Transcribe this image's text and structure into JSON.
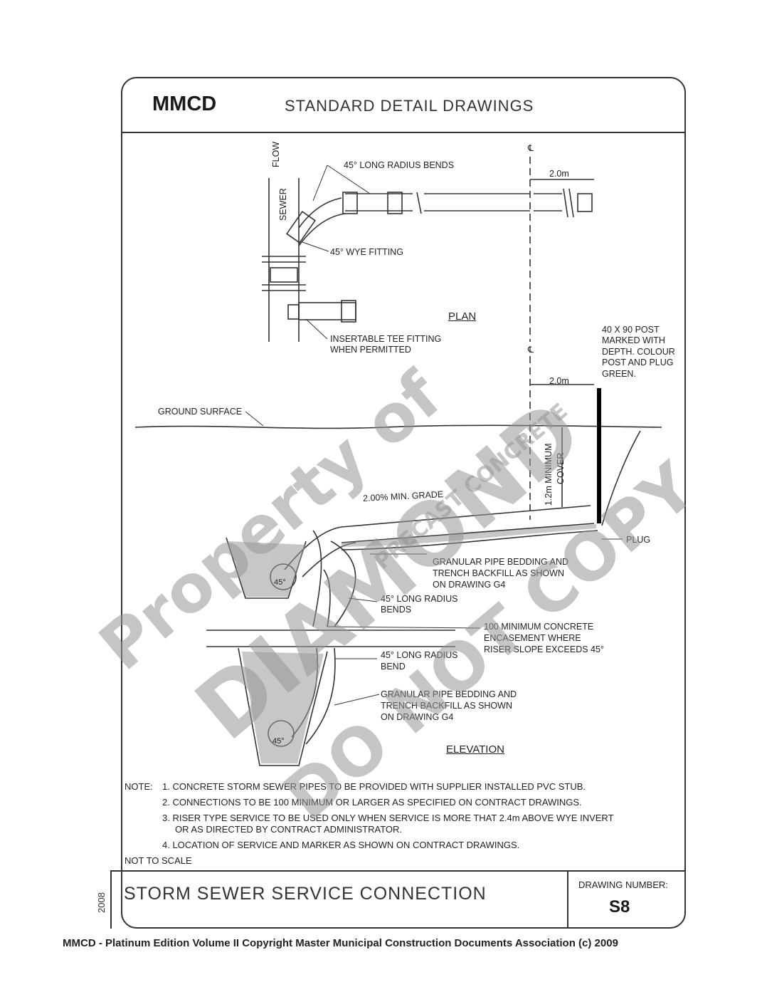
{
  "header": {
    "brand": "MMCD",
    "title": "STANDARD DETAIL DRAWINGS"
  },
  "plan": {
    "flow": "FLOW",
    "sewer": "SEWER",
    "pl": "℄",
    "long_radius_bends": "45° LONG RADIUS BENDS",
    "dim": "2.0m",
    "wye": "45° WYE FITTING",
    "tee_1": "INSERTABLE TEE FITTING",
    "tee_2": "WHEN PERMITTED",
    "heading": "PLAN"
  },
  "elevation": {
    "pl": "℄",
    "post_1": "40 X 90 POST",
    "post_2": "MARKED WITH",
    "post_3": "DEPTH. COLOUR",
    "post_4": "POST AND PLUG",
    "post_5": "GREEN.",
    "dim": "2.0m",
    "ground": "GROUND SURFACE",
    "cover_1": "1.2m MINIMUM",
    "cover_2": "COVER",
    "grade": "2.00% MIN. GRADE",
    "plug": "PLUG",
    "bedding1_1": "GRANULAR PIPE BEDDING AND",
    "bedding1_2": "TRENCH BACKFILL AS SHOWN",
    "bedding1_3": "ON DRAWING G4",
    "bends_1": "45° LONG RADIUS",
    "bends_2": "BENDS",
    "enc_1": "100 MINIMUM CONCRETE",
    "enc_2": "ENCASEMENT WHERE",
    "enc_3": "RISER SLOPE EXCEEDS 45°",
    "bend_1": "45° LONG RADIUS",
    "bend_2": "BEND",
    "bedding2_1": "GRANULAR PIPE BEDDING AND",
    "bedding2_2": "TRENCH BACKFILL AS SHOWN",
    "bedding2_3": "ON DRAWING G4",
    "angle": "45°",
    "heading": "ELEVATION"
  },
  "notes": {
    "lead": "NOTE:",
    "n1": "1. CONCRETE STORM SEWER PIPES TO BE PROVIDED WITH SUPPLIER INSTALLED PVC STUB.",
    "n2": "2. CONNECTIONS TO BE 100 MINIMUM OR LARGER AS SPECIFIED ON CONTRACT DRAWINGS.",
    "n3a": "3. RISER TYPE SERVICE TO BE USED ONLY WHEN SERVICE IS MORE THAT 2.4m ABOVE WYE INVERT",
    "n3b": "OR AS DIRECTED BY CONTRACT ADMINISTRATOR.",
    "n4": "4. LOCATION OF SERVICE AND MARKER AS SHOWN ON CONTRACT DRAWINGS.",
    "scale": "NOT TO SCALE"
  },
  "footer": {
    "year": "2008",
    "drawing_title": "STORM SEWER SERVICE CONNECTION",
    "number_label": "DRAWING NUMBER:",
    "number": "S8"
  },
  "watermark": {
    "line1": "Property of",
    "line2": "DIAMOND",
    "line3": "PRECAST CONCRETE",
    "line4": "DO NOT COPY"
  },
  "copyright": "MMCD - Platinum Edition Volume II Copyright Master Municipal Construction Documents Association (c) 2009"
}
